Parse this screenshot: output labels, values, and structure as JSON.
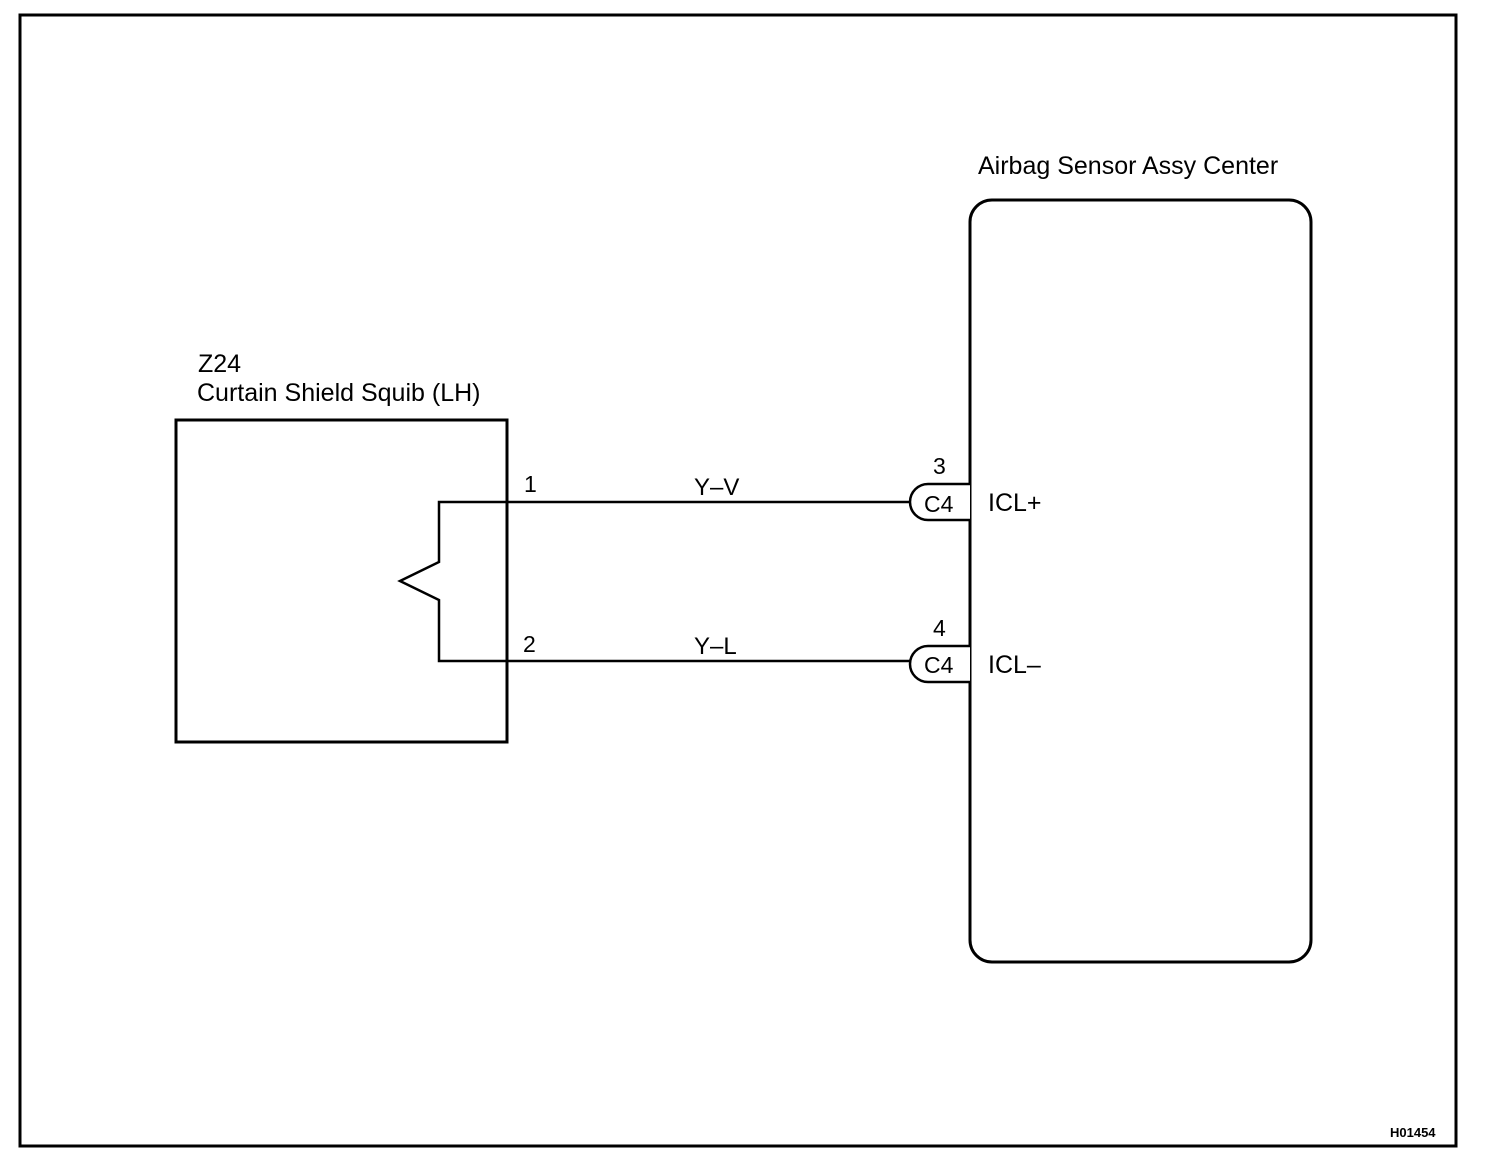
{
  "squib": {
    "code": "Z24",
    "name": "Curtain Shield Squib (LH)"
  },
  "sensor": {
    "name": "Airbag Sensor Assy Center"
  },
  "wires": [
    {
      "squib_pin": "1",
      "color": "Y–V",
      "ecu_pin": "3",
      "connector": "C4",
      "terminal": "ICL+"
    },
    {
      "squib_pin": "2",
      "color": "Y–L",
      "ecu_pin": "4",
      "connector": "C4",
      "terminal": "ICL–"
    }
  ],
  "figure_ref": "H01454"
}
